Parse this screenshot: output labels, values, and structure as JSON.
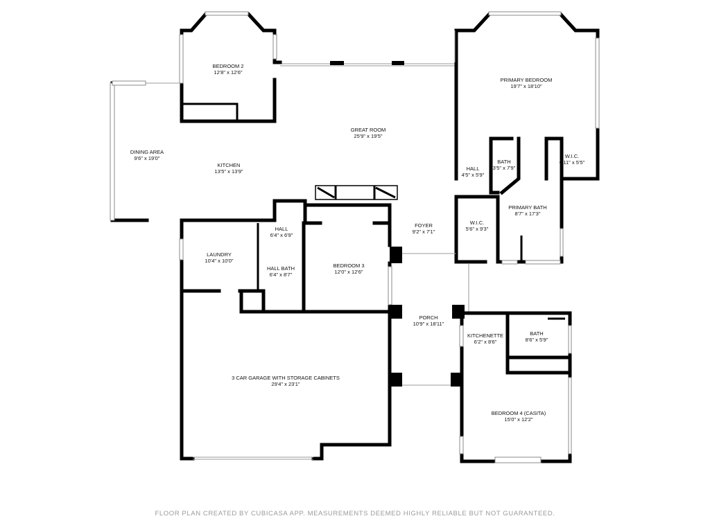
{
  "rooms": [
    {
      "id": "bedroom2",
      "name": "BEDROOM 2",
      "dims": "12'8\" x 12'6\""
    },
    {
      "id": "great",
      "name": "GREAT ROOM",
      "dims": "25'9\" x 19'5\""
    },
    {
      "id": "primary",
      "name": "PRIMARY BEDROOM",
      "dims": "19'7\" x 18'10\""
    },
    {
      "id": "dining",
      "name": "DINING AREA",
      "dims": "9'6\" x 19'0\""
    },
    {
      "id": "kitchen",
      "name": "KITCHEN",
      "dims": "13'5\" x 13'9\""
    },
    {
      "id": "hall1",
      "name": "HALL",
      "dims": "4'5\" x 5'9\""
    },
    {
      "id": "bath1",
      "name": "BATH",
      "dims": "3'5\" x 7'9\""
    },
    {
      "id": "wic1",
      "name": "W.I.C.",
      "dims": "6'11\" x 5'5\""
    },
    {
      "id": "primarybath",
      "name": "PRIMARY BATH",
      "dims": "8'7\" x 17'3\""
    },
    {
      "id": "hall2",
      "name": "HALL",
      "dims": "6'4\" x 6'9\""
    },
    {
      "id": "foyer",
      "name": "FOYER",
      "dims": "9'2\" x 7'1\""
    },
    {
      "id": "wic2",
      "name": "W.I.C.",
      "dims": "5'6\" x 9'3\""
    },
    {
      "id": "laundry",
      "name": "LAUNDRY",
      "dims": "10'4\" x 10'0\""
    },
    {
      "id": "hallbath",
      "name": "HALL BATH",
      "dims": "6'4\" x 8'7\""
    },
    {
      "id": "bedroom3",
      "name": "BEDROOM 3",
      "dims": "12'0\" x 12'6\""
    },
    {
      "id": "porch",
      "name": "PORCH",
      "dims": "10'9\" x 18'11\""
    },
    {
      "id": "kitchenette",
      "name": "KITCHENETTE",
      "dims": "6'2\" x 8'6\""
    },
    {
      "id": "bath2",
      "name": "BATH",
      "dims": "8'6\" x 5'9\""
    },
    {
      "id": "garage",
      "name": "3 CAR GARAGE WITH STORAGE CABINETS",
      "dims": "29'4\" x 23'1\""
    },
    {
      "id": "bedroom4",
      "name": "BEDROOM 4 (CASITA)",
      "dims": "15'0\" x 12'2\""
    }
  ],
  "footer": "FLOOR PLAN CREATED BY CUBICASA APP. MEASUREMENTS DEEMED HIGHLY RELIABLE BUT NOT GUARANTEED."
}
